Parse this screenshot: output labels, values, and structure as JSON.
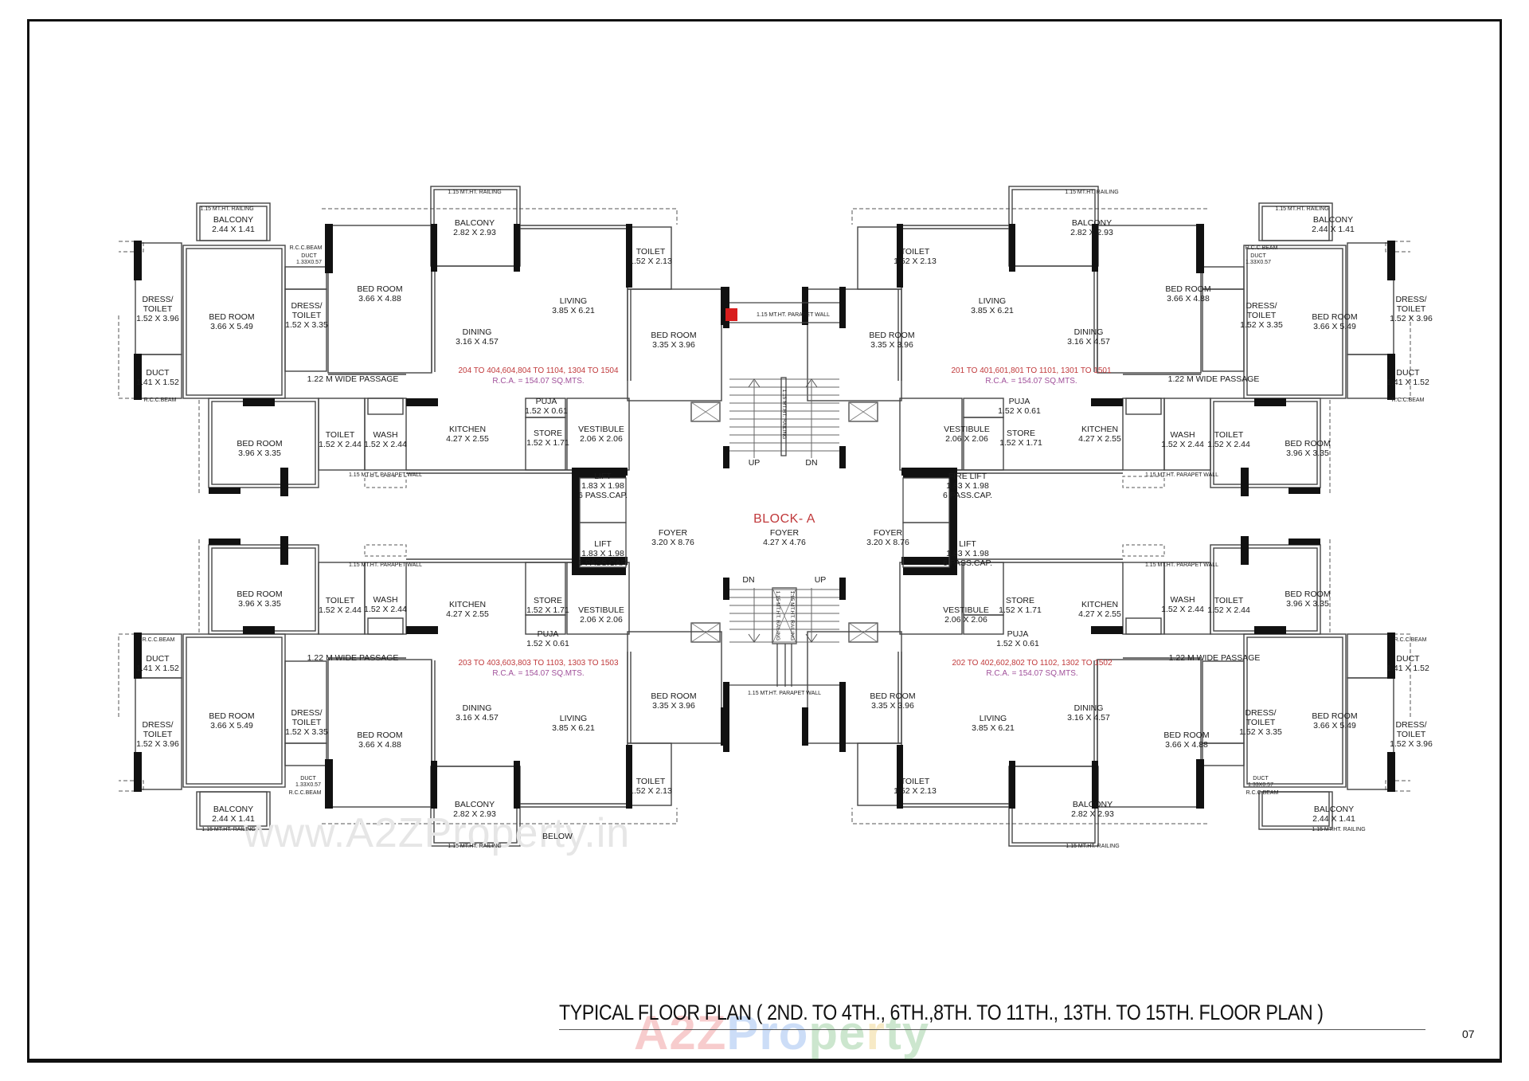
{
  "title": "TYPICAL FLOOR PLAN ( 2ND. TO 4TH., 6TH.,8TH. TO 11TH., 13TH. TO 15TH. FLOOR PLAN )",
  "page_number": "07",
  "watermarks": {
    "url": "www.A2ZProperty.in",
    "brand_parts": [
      "A",
      "2",
      "Z",
      " P",
      "r",
      "o",
      "p",
      "e",
      "r",
      "t",
      "y"
    ],
    "brand_colors": [
      "#e0393b",
      "#e0393b",
      "#e0393b",
      "#3a7de0",
      "#3a7de0",
      "#3a7de0",
      "#3aa040",
      "#3aa040",
      "#e0b020",
      "#3aa040",
      "#3aa040"
    ]
  },
  "colors": {
    "wall": "#111111",
    "thin_wall": "#444444",
    "unit_number": "#c0393b",
    "rca": "#a0509a",
    "block_label": "#c0393b"
  },
  "core": {
    "block_label": "BLOCK- A",
    "foyer_center": {
      "name": "FOYER",
      "size": "4.27 X 4.76"
    },
    "foyer_left": {
      "name": "FOYER",
      "size": "3.20 X 8.76"
    },
    "foyer_right": {
      "name": "FOYER",
      "size": "3.20 X 8.76"
    },
    "lift_top_left": {
      "name": "LIFT",
      "size": "1.83 X 1.98",
      "cap": "6 PASS.CAP."
    },
    "lift_bottom_left": {
      "name": "LIFT",
      "size": "1.83 X 1.98",
      "cap": "6 PASS.CAP."
    },
    "lift_top_right": {
      "name": "FIRE LIFT",
      "size": "1.83 X 1.98",
      "cap": "6 PASS.CAP."
    },
    "lift_bottom_right": {
      "name": "LIFT",
      "size": "1.83 X 1.98",
      "cap": "6 PASS.CAP."
    },
    "stair_top": {
      "up": "UP",
      "dn": "DN",
      "railing": "1.15 MT.HT. RAILING",
      "parapet": "1.15 MT.HT. PARAPET WALL"
    },
    "stair_bottom": {
      "up": "UP",
      "dn": "DN",
      "railing_a": "1.15 MT.HT. RAILING",
      "railing_b": "1.15 MT.HT. RAILING",
      "parapet": "1.15 MT.HT. PARAPET WALL"
    },
    "below_label": "BELOW"
  },
  "units": {
    "top_left": {
      "unit_numbers": "204 TO 404,604,804 TO 1104, 1304 TO 1504",
      "rca": "R.C.A. = 154.07  SQ.MTS.",
      "rooms": {
        "balcony_small": {
          "name": "BALCONY",
          "size": "2.44 X 1.41",
          "note": "1.15 MT.HT. RAILING"
        },
        "balcony_large": {
          "name": "BALCONY",
          "size": "2.82 X 2.93",
          "note": "1.15 MT.HT. RAILING"
        },
        "dress_toilet_outer": {
          "name": "DRESS/\nTOILET",
          "size": "1.52 X 3.96"
        },
        "master_bed": {
          "name": "BED ROOM",
          "size": "3.66 X 5.49"
        },
        "dress_toilet_inner": {
          "name": "DRESS/\nTOILET",
          "size": "1.52 X 3.35"
        },
        "duct_small": {
          "name": "DUCT",
          "size": "1.33X0.57",
          "beam": "R.C.C.BEAM"
        },
        "bed_2": {
          "name": "BED ROOM",
          "size": "3.66 X 4.88"
        },
        "dining": {
          "name": "DINING",
          "size": "3.16 X 4.57"
        },
        "living": {
          "name": "LIVING",
          "size": "3.85 X 6.21"
        },
        "toilet_living": {
          "name": "TOILET",
          "size": "1.52 X 2.13"
        },
        "bed_3": {
          "name": "BED ROOM",
          "size": "3.35 X 3.96"
        },
        "duct_large": {
          "name": "DUCT",
          "size": "1.41 X 1.52",
          "beam": "R.C.C.BEAM"
        },
        "passage": {
          "name": "1.22 M WIDE PASSAGE"
        },
        "bed_4": {
          "name": "BED ROOM",
          "size": "3.96 X 3.35"
        },
        "toilet_kitchen": {
          "name": "TOILET",
          "size": "1.52 X 2.44"
        },
        "wash": {
          "name": "WASH",
          "size": "1.52 X 2.44"
        },
        "kitchen": {
          "name": "KITCHEN",
          "size": "4.27 X 2.55"
        },
        "puja": {
          "name": "PUJA",
          "size": "1.52 X 0.61"
        },
        "store": {
          "name": "STORE",
          "size": "1.52 X 1.71"
        },
        "vestibule": {
          "name": "VESTIBULE",
          "size": "2.06 X 2.06"
        },
        "parapet": {
          "name": "1.15 MT.HT. PARAPET WALL"
        }
      }
    },
    "top_right": {
      "unit_numbers": "201 TO 401,601,801 TO 1101, 1301 TO 1501",
      "rca": "R.C.A. = 154.07  SQ.MTS.",
      "rooms": {
        "balcony_small": {
          "name": "BALCONY",
          "size": "2.44 X 1.41",
          "note": "1.15 MT.HT. RAILING"
        },
        "balcony_large": {
          "name": "BALCONY",
          "size": "2.82 X 2.93",
          "note": "1.15 MT.HT. RAILING"
        },
        "dress_toilet_outer": {
          "name": "DRESS/\nTOILET",
          "size": "1.52 X 3.96"
        },
        "master_bed": {
          "name": "BED ROOM",
          "size": "3.66 X 5.49"
        },
        "dress_toilet_inner": {
          "name": "DRESS/\nTOILET",
          "size": "1.52 X 3.35"
        },
        "duct_small": {
          "name": "DUCT",
          "size": "1.33X0.57",
          "beam": "R.C.C.BEAM"
        },
        "bed_2": {
          "name": "BED ROOM",
          "size": "3.66 X 4.88"
        },
        "dining": {
          "name": "DINING",
          "size": "3.16 X 4.57"
        },
        "living": {
          "name": "LIVING",
          "size": "3.85 X 6.21"
        },
        "toilet_living": {
          "name": "TOILET",
          "size": "1.52 X 2.13"
        },
        "bed_3": {
          "name": "BED ROOM",
          "size": "3.35 X 3.96"
        },
        "duct_large": {
          "name": "DUCT",
          "size": "1.41 X 1.52",
          "beam": "R.C.C.BEAM"
        },
        "passage": {
          "name": "1.22 M WIDE PASSAGE"
        },
        "bed_4": {
          "name": "BED ROOM",
          "size": "3.96 X 3.35"
        },
        "toilet_kitchen": {
          "name": "TOILET",
          "size": "1.52 X 2.44"
        },
        "wash": {
          "name": "WASH",
          "size": "1.52 X 2.44"
        },
        "kitchen": {
          "name": "KITCHEN",
          "size": "4.27 X 2.55"
        },
        "puja": {
          "name": "PUJA",
          "size": "1.52 X 0.61"
        },
        "store": {
          "name": "STORE",
          "size": "1.52 X 1.71"
        },
        "vestibule": {
          "name": "VESTIBULE",
          "size": "2.06 X 2.06"
        },
        "parapet": {
          "name": "1.15 MT.HT. PARAPET WALL"
        }
      }
    },
    "bottom_left": {
      "unit_numbers": "203 TO 403,603,803 TO 1103, 1303 TO 1503",
      "rca": "R.C.A. = 154.07  SQ.MTS.",
      "rooms": {
        "balcony_small": {
          "name": "BALCONY",
          "size": "2.44 X 1.41",
          "note": "1.15 MT.HT. RAILING"
        },
        "balcony_large": {
          "name": "BALCONY",
          "size": "2.82 X 2.93",
          "note": "1.15 MT.HT. RAILING"
        },
        "dress_toilet_outer": {
          "name": "DRESS/\nTOILET",
          "size": "1.52 X 3.96"
        },
        "master_bed": {
          "name": "BED ROOM",
          "size": "3.66 X 5.49"
        },
        "dress_toilet_inner": {
          "name": "DRESS/\nTOILET",
          "size": "1.52 X 3.35"
        },
        "duct_small": {
          "name": "DUCT",
          "size": "1.33X0.57",
          "beam": "R.C.C.BEAM"
        },
        "bed_2": {
          "name": "BED ROOM",
          "size": "3.66 X 4.88"
        },
        "dining": {
          "name": "DINING",
          "size": "3.16 X 4.57"
        },
        "living": {
          "name": "LIVING",
          "size": "3.85 X 6.21"
        },
        "toilet_living": {
          "name": "TOILET",
          "size": "1.52 X 2.13"
        },
        "bed_3": {
          "name": "BED ROOM",
          "size": "3.35 X 3.96"
        },
        "duct_large": {
          "name": "DUCT",
          "size": "1.41 X 1.52",
          "beam": "R.C.C.BEAM"
        },
        "passage": {
          "name": "1.22 M WIDE PASSAGE"
        },
        "bed_4": {
          "name": "BED ROOM",
          "size": "3.96 X 3.35"
        },
        "toilet_kitchen": {
          "name": "TOILET",
          "size": "1.52 X 2.44"
        },
        "wash": {
          "name": "WASH",
          "size": "1.52 X 2.44"
        },
        "kitchen": {
          "name": "KITCHEN",
          "size": "4.27 X 2.55"
        },
        "puja": {
          "name": "PUJA",
          "size": "1.52 X 0.61"
        },
        "store": {
          "name": "STORE",
          "size": "1.52 X 1.71"
        },
        "vestibule": {
          "name": "VESTIBULE",
          "size": "2.06 X 2.06"
        },
        "parapet": {
          "name": "1.15 MT.HT. PARAPET WALL"
        }
      }
    },
    "bottom_right": {
      "unit_numbers": "202 TO 402,602,802 TO 1102, 1302 TO 1502",
      "rca": "R.C.A. = 154.07  SQ.MTS.",
      "rooms": {
        "balcony_small": {
          "name": "BALCONY",
          "size": "2.44 X 1.41",
          "note": "1.15 MT.HT. RAILING"
        },
        "balcony_large": {
          "name": "BALCONY",
          "size": "2.82 X 2.93",
          "note": "1.15 MT.HT. RAILING"
        },
        "dress_toilet_outer": {
          "name": "DRESS/\nTOILET",
          "size": "1.52 X 3.96"
        },
        "master_bed": {
          "name": "BED ROOM",
          "size": "3.66 X 5.49"
        },
        "dress_toilet_inner": {
          "name": "DRESS/\nTOILET",
          "size": "1.52 X 3.35"
        },
        "duct_small": {
          "name": "DUCT",
          "size": "1.33X0.57",
          "beam": "R.C.C.BEAM"
        },
        "bed_2": {
          "name": "BED ROOM",
          "size": "3.66 X 4.88"
        },
        "dining": {
          "name": "DINING",
          "size": "3.16 X 4.57"
        },
        "living": {
          "name": "LIVING",
          "size": "3.85 X 6.21"
        },
        "toilet_living": {
          "name": "TOILET",
          "size": "1.52 X 2.13"
        },
        "bed_3": {
          "name": "BED ROOM",
          "size": "3.35 X 3.96"
        },
        "duct_large": {
          "name": "DUCT",
          "size": "1.41 X 1.52",
          "beam": "R.C.C.BEAM"
        },
        "passage": {
          "name": "1.22 M WIDE PASSAGE"
        },
        "bed_4": {
          "name": "BED ROOM",
          "size": "3.96 X 3.35"
        },
        "toilet_kitchen": {
          "name": "TOILET",
          "size": "1.52 X 2.44"
        },
        "wash": {
          "name": "WASH",
          "size": "1.52 X 2.44"
        },
        "kitchen": {
          "name": "KITCHEN",
          "size": "4.27 X 2.55"
        },
        "puja": {
          "name": "PUJA",
          "size": "1.52 X 0.61"
        },
        "store": {
          "name": "STORE",
          "size": "1.52 X 1.71"
        },
        "vestibule": {
          "name": "VESTIBULE",
          "size": "2.06 X 2.06"
        },
        "parapet": {
          "name": "1.15 MT.HT. PARAPET WALL"
        }
      }
    }
  }
}
